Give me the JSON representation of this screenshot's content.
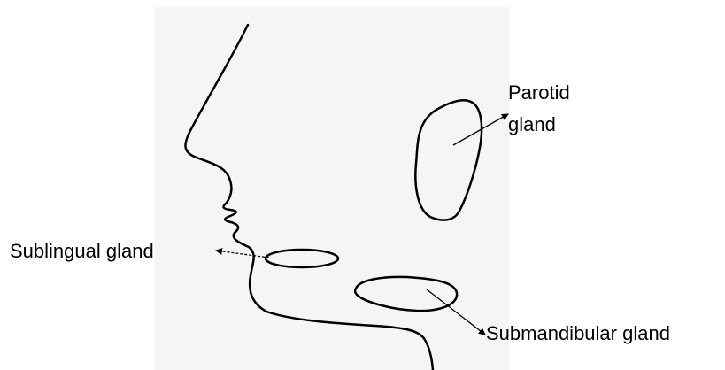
{
  "labels": {
    "parotid_line1": "Parotid",
    "parotid_line2": "gland",
    "sublingual": "Sublingual gland",
    "submandibular": "Submandibular gland"
  },
  "colors": {
    "ink": "#000000",
    "background": "#ffffff",
    "faint_page": "#f5f5f5"
  }
}
